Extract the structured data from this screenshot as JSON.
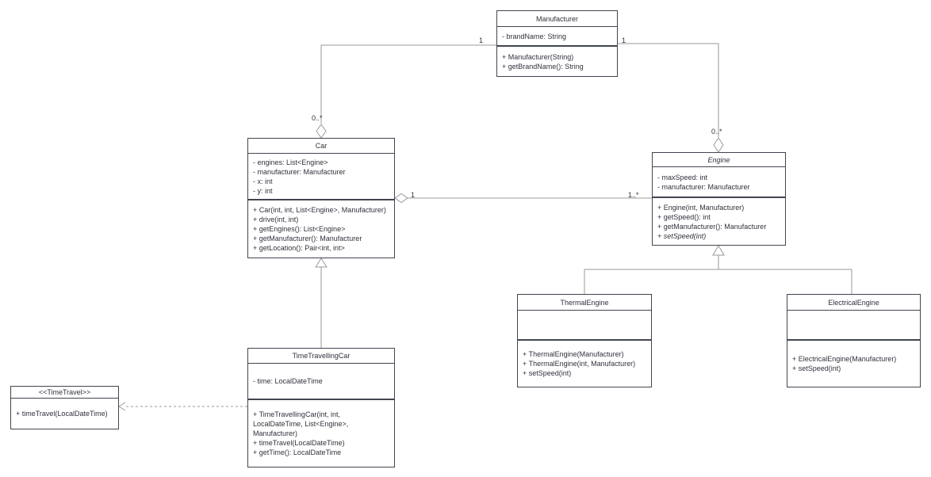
{
  "diagram": {
    "type": "uml-class-diagram",
    "classes": {
      "manufacturer": {
        "name": "Manufacturer",
        "attributes": [
          "- brandName: String"
        ],
        "methods": [
          "+ Manufacturer(String)",
          "+ getBrandName(): String"
        ]
      },
      "car": {
        "name": "Car",
        "attributes": [
          "- engines: List<Engine>",
          "- manufacturer: Manufacturer",
          "- x: int",
          "- y: int"
        ],
        "methods": [
          "+ Car(int, int, List<Engine>, Manufacturer)",
          "+ drive(int, int)",
          "+ getEngines(): List<Engine>",
          "+ getManufacturer(): Manufacturer",
          "+ getLocation(): Pair<int, int>"
        ]
      },
      "engine": {
        "name": "Engine",
        "is_abstract": true,
        "attributes": [
          "- maxSpeed: int",
          "- manufacturer: Manufacturer"
        ],
        "methods": [
          "+ Engine(int, Manufacturer)",
          "+ getSpeed(): int",
          "+ getManufacturer(): Manufacturer",
          "+ setSpeed(int)"
        ],
        "abstract_method_labels": [
          "+ setSpeed(int)"
        ]
      },
      "thermal_engine": {
        "name": "ThermalEngine",
        "attributes": [],
        "methods": [
          "+ ThermalEngine(Manufacturer)",
          "+ ThermalEngine(int, Manufacturer)",
          "+ setSpeed(int)"
        ]
      },
      "electrical_engine": {
        "name": "ElectricalEngine",
        "attributes": [],
        "methods": [
          "+ ElectricalEngine(Manufacturer)",
          "+ setSpeed(int)"
        ]
      },
      "time_travelling_car": {
        "name": "TimeTravellingCar",
        "attributes": [
          "- time: LocalDateTime"
        ],
        "methods": [
          "+ TimeTravellingCar(int, int, LocalDateTime, List<Engine>, Manufacturer)",
          "+ timeTravel(LocalDateTime)",
          "+ getTime(): LocalDateTime"
        ]
      },
      "time_travel": {
        "name": "<<TimeTravel>>",
        "methods": [
          "+ timeTravel(LocalDateTime)"
        ]
      }
    },
    "relationships": {
      "manufacturer_car": {
        "type": "aggregation",
        "diamond_at": "Car",
        "manufacturer_end": "1",
        "car_end": "0..*"
      },
      "manufacturer_engine": {
        "type": "aggregation",
        "diamond_at": "Engine",
        "manufacturer_end": "1",
        "engine_end": "0..*"
      },
      "car_engine": {
        "type": "aggregation",
        "diamond_at": "Car",
        "car_end": "1",
        "engine_end": "1..*"
      },
      "timetravellingcar_car": {
        "type": "generalization"
      },
      "thermalengine_engine": {
        "type": "generalization"
      },
      "electricalengine_engine": {
        "type": "generalization"
      },
      "timetravellingcar_timetravel": {
        "type": "realization"
      }
    },
    "colors": {
      "background": "#ffffff",
      "box_border": "#41454f",
      "text": "#2f323b",
      "connector": "#999999"
    }
  }
}
